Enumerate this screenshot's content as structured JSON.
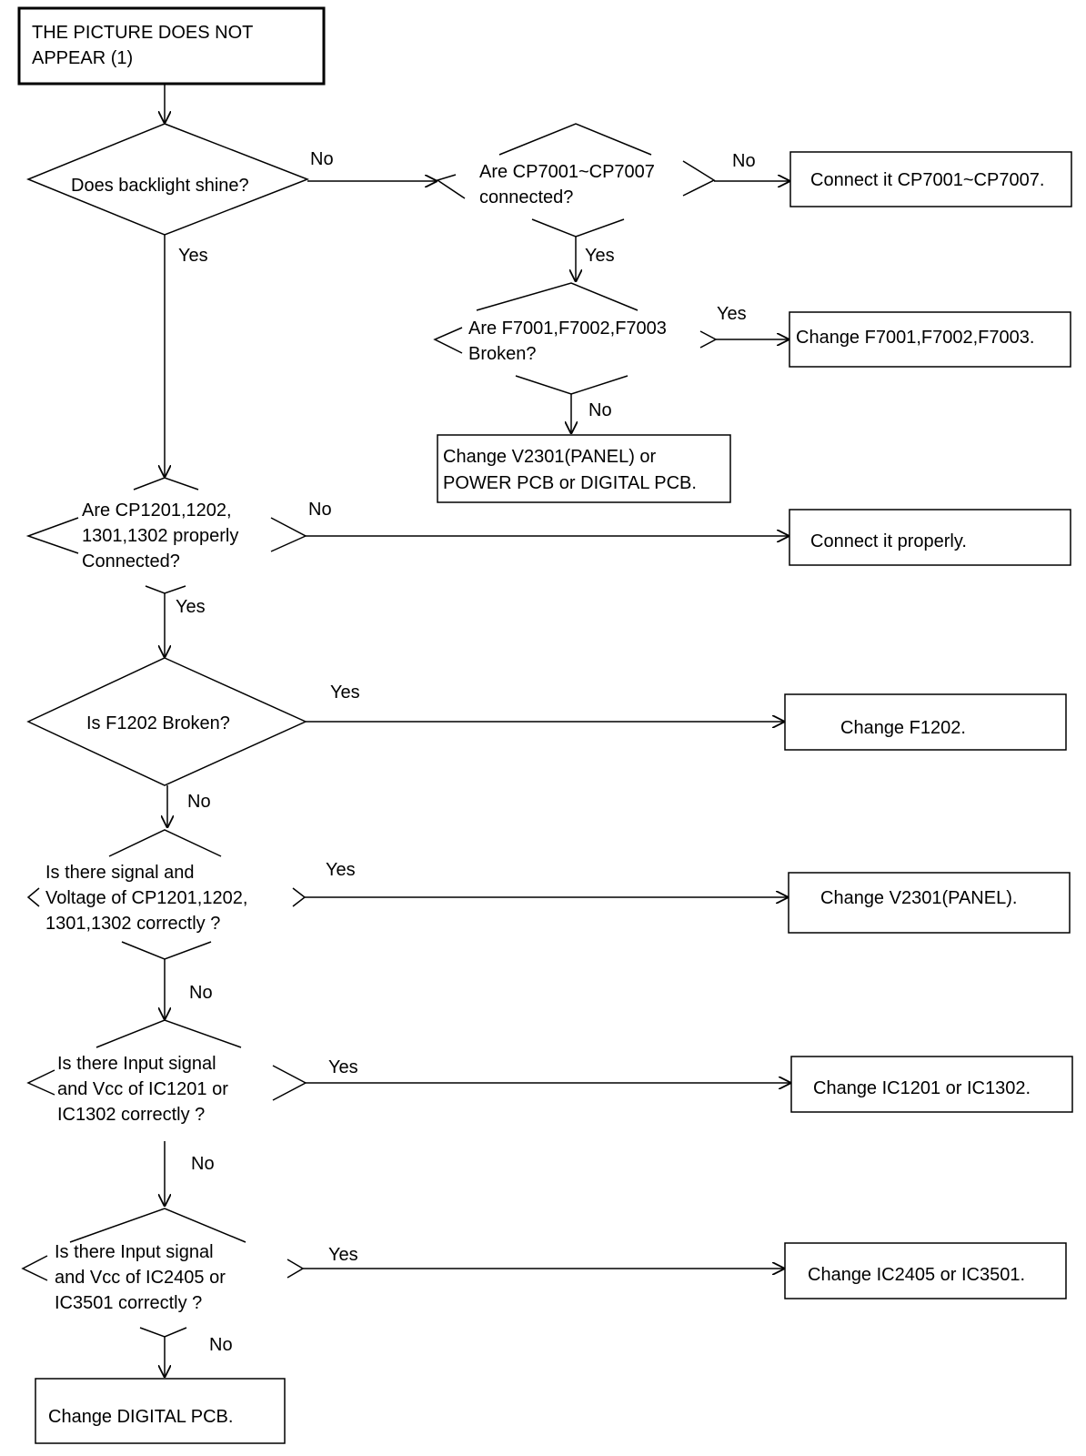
{
  "start": {
    "lines": [
      "THE PICTURE DOES NOT",
      "APPEAR (1)"
    ]
  },
  "decisions": {
    "backlight": [
      "Does backlight shine?"
    ],
    "cp7001": [
      "Are CP7001~CP7007",
      "connected?"
    ],
    "f7001": [
      "Are F7001,F7002,F7003",
      "Broken?"
    ],
    "cp1201": [
      "Are CP1201,1202,",
      "1301,1302 properly",
      "Connected?"
    ],
    "f1202": [
      "Is F1202 Broken?"
    ],
    "signal_cp1201": [
      "Is there signal and",
      "Voltage of CP1201,1202,",
      "1301,1302 correctly ?"
    ],
    "ic1201": [
      "Is there Input signal",
      "and Vcc of IC1201 or",
      "IC1302 correctly ?"
    ],
    "ic2405": [
      "Is there Input signal",
      "and Vcc of IC2405 or",
      "IC3501 correctly ?"
    ]
  },
  "actions": {
    "connect_cp7001": [
      "Connect it CP7001~CP7007."
    ],
    "change_f7001": [
      "Change F7001,F7002,F7003."
    ],
    "change_v2301_power": [
      "Change V2301(PANEL) or",
      "POWER PCB or DIGITAL PCB."
    ],
    "connect_properly": [
      "Connect it properly."
    ],
    "change_f1202": [
      "Change F1202."
    ],
    "change_v2301": [
      "Change V2301(PANEL)."
    ],
    "change_ic1201": [
      "Change IC1201 or IC1302."
    ],
    "change_ic2405": [
      "Change IC2405 or IC3501."
    ],
    "change_digital": [
      "Change DIGITAL PCB."
    ]
  },
  "edge_labels": {
    "backlight_no": "No",
    "backlight_yes": "Yes",
    "cp7001_no": "No",
    "cp7001_yes": "Yes",
    "f7001_yes": "Yes",
    "f7001_no": "No",
    "cp1201_no": "No",
    "cp1201_yes": "Yes",
    "f1202_yes": "Yes",
    "f1202_no": "No",
    "signal_yes": "Yes",
    "signal_no": "No",
    "ic1201_yes": "Yes",
    "ic1201_no": "No",
    "ic2405_yes": "Yes",
    "ic2405_no": "No"
  }
}
